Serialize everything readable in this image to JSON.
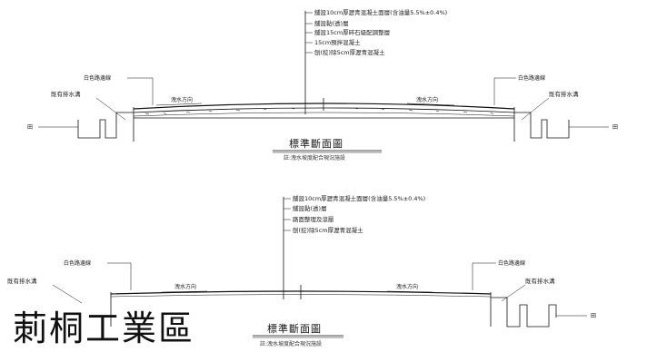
{
  "section1": {
    "layers": [
      "舖設10cm厚瀝青混凝土面層(含油量5.5%±0.4%)",
      "舖設黏(透)層",
      "舖設15cm厚碎石級配調整層",
      "15cm預拌混凝土",
      "刨(挖)除5cm厚瀝青混凝土"
    ],
    "left_marking": "白色路邊線",
    "right_marking": "白色路邊線",
    "left_drain": "既有排水溝",
    "right_drain": "既有排水溝",
    "left_flow": "洩水方向",
    "right_flow": "洩水方向",
    "left_field": "田",
    "right_field": "田",
    "title": "標準斷面圖",
    "note": "註:洩水坡度配合現況施設"
  },
  "section2": {
    "layers": [
      "舖設10cm厚瀝青混凝土面層(含油量5.5%±0.4%)",
      "舖設黏(透)層",
      "路面整理及滾壓",
      "刨(挖)除5cm厚瀝青混凝土"
    ],
    "left_marking": "白色路邊線",
    "right_marking": "白色路邊線",
    "left_drain": "既有排水溝",
    "right_drain": "既有排水溝",
    "left_flow": "洩水方向",
    "right_flow": "洩水方向",
    "right_field": "田",
    "title": "標準斷面圖",
    "note": "註:洩水坡度配合現況施設"
  },
  "caption": "莿桐工業區"
}
